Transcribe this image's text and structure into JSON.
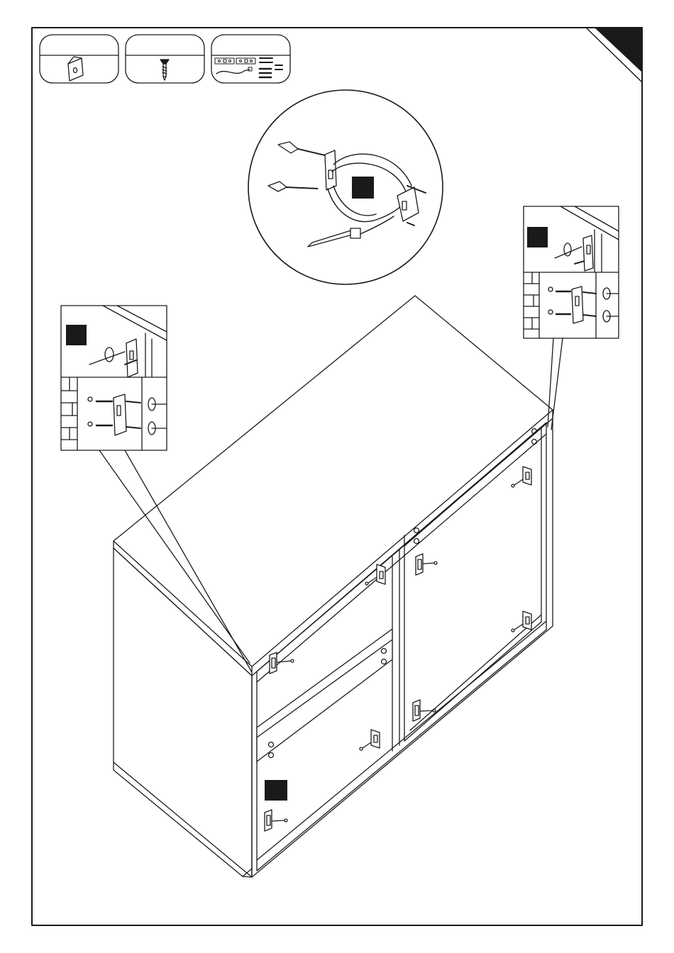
{
  "page": {
    "background": "#ffffff",
    "ink": "#1a1a1a"
  },
  "parts_boxes": [
    {
      "id": "manual",
      "icon": "manual-booklet-icon"
    },
    {
      "id": "screw",
      "icon": "screw-icon"
    },
    {
      "id": "wall-fixing-kit",
      "icon": "wall-fixing-kit-icon"
    }
  ],
  "callouts": [
    {
      "id": "anchor-strap-detail",
      "icon": "wall-anchor-strap-icon"
    },
    {
      "id": "left-wall-bracket-detail",
      "icon": "wall-bracket-icon"
    },
    {
      "id": "right-wall-bracket-detail",
      "icon": "wall-bracket-icon"
    }
  ],
  "cabinet": {
    "icon": "sideboard-cabinet-icon",
    "hinge_plates": 8
  }
}
